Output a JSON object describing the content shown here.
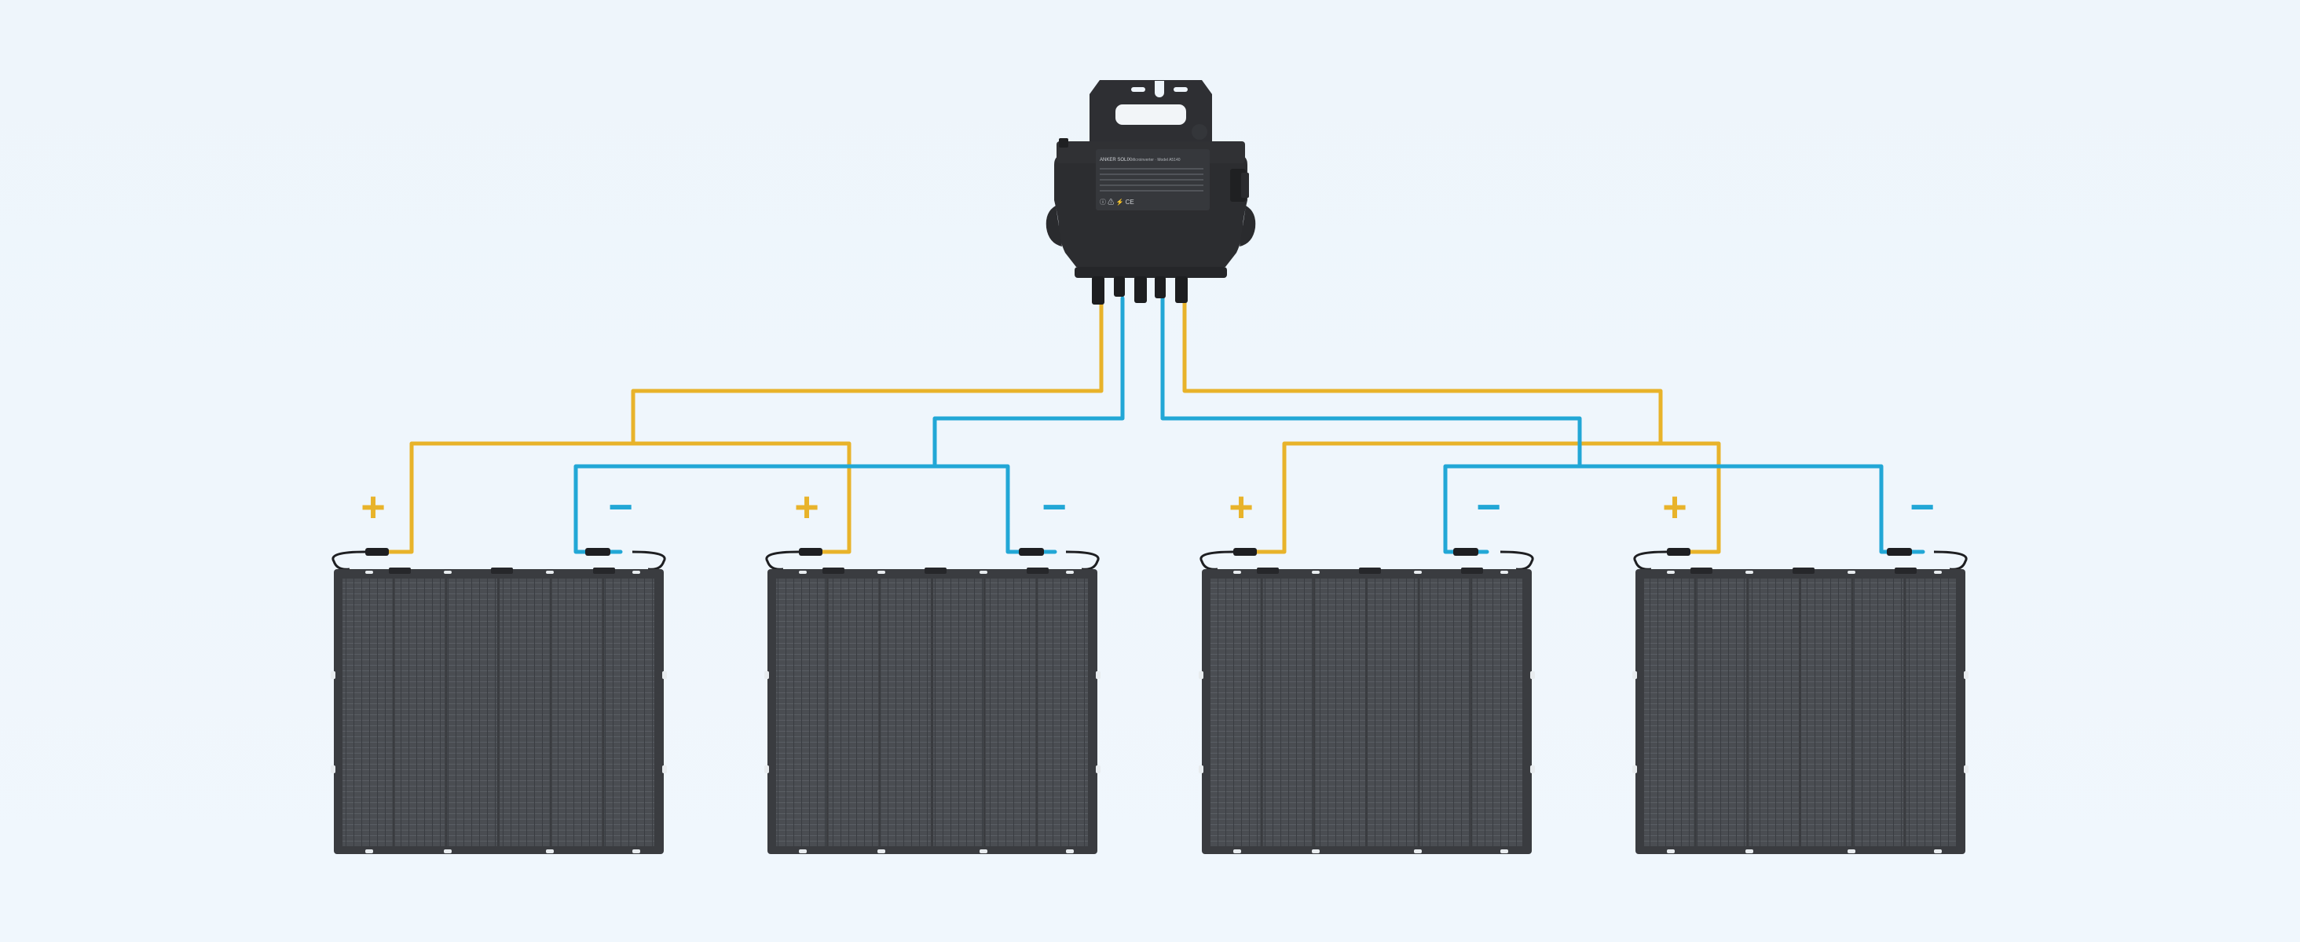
{
  "colors": {
    "background": "#eff6fc",
    "positive_wire": "#e8b32a",
    "negative_wire": "#22a7d6",
    "panel_frame": "#3a3c40",
    "panel_cell": "#45484d",
    "inverter_body": "#2c2d30"
  },
  "inverter": {
    "label_lines": [
      "ANKER SOLIX",
      "Microinverter · Model A5140",
      "ⓘ ⚠ ⚡ CE"
    ]
  },
  "panels": [
    {
      "positive_symbol": "+",
      "negative_symbol": "−"
    },
    {
      "positive_symbol": "+",
      "negative_symbol": "−"
    },
    {
      "positive_symbol": "+",
      "negative_symbol": "−"
    },
    {
      "positive_symbol": "+",
      "negative_symbol": "−"
    }
  ]
}
